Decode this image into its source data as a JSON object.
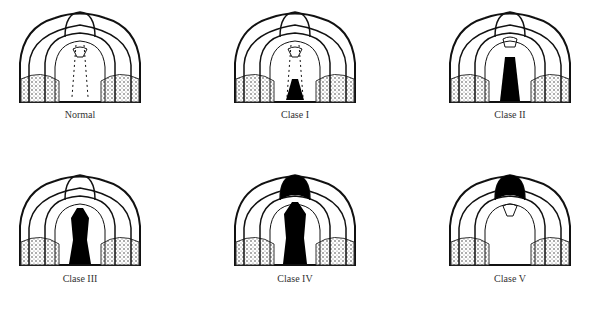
{
  "diagram": {
    "labels": [
      "Normal",
      "Clase I",
      "Clase II",
      "Clase III",
      "Clase IV",
      "Clase V"
    ]
  }
}
